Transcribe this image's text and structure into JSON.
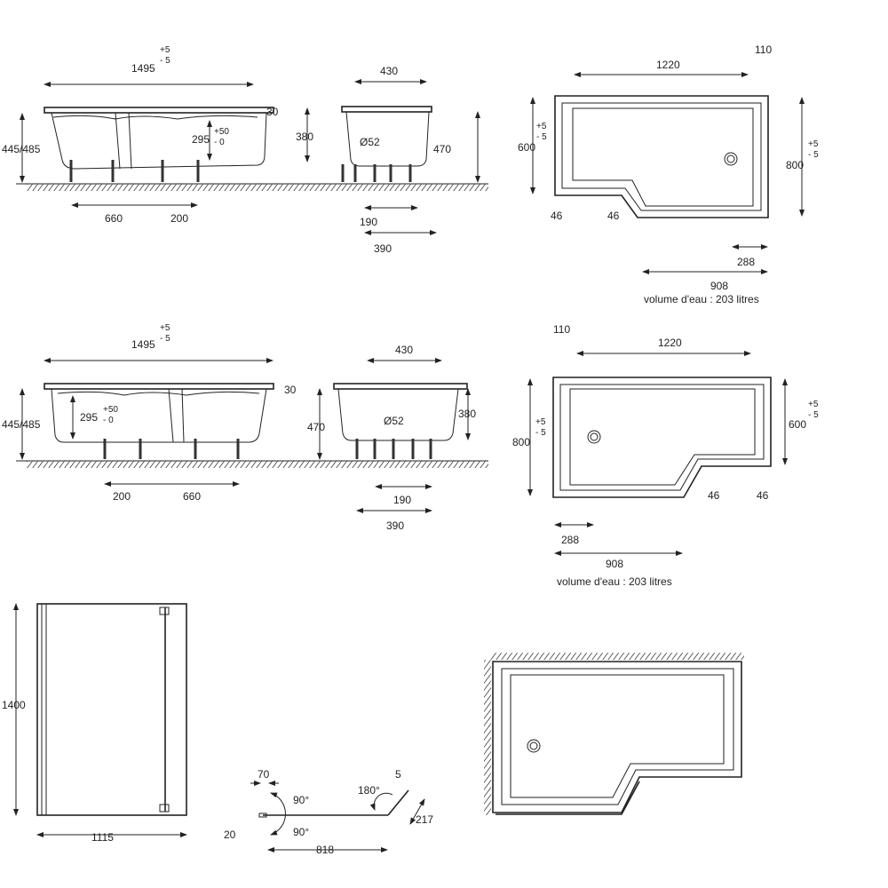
{
  "elevation_1": {
    "length": "1495",
    "tol_plus": "+5",
    "tol_minus": "- 5",
    "rim": "30",
    "height": "445/485",
    "drain_h": "295",
    "drain_tol_plus": "+50",
    "drain_tol_minus": "- 0",
    "leg_a": "660",
    "leg_b": "200"
  },
  "end_1": {
    "width": "430",
    "inner_h": "380",
    "outer_h": "470",
    "drain_d": "Ø52",
    "leg_a": "190",
    "leg_b": "390"
  },
  "plan_1": {
    "length": "1220",
    "width_right": "110",
    "narrow": "600",
    "narrow_tol_plus": "+5",
    "narrow_tol_minus": "- 5",
    "wide": "800",
    "wide_tol_plus": "+5",
    "wide_tol_minus": "- 5",
    "step_a": "46",
    "step_b": "46",
    "drain_x": "288",
    "base": "908",
    "volume": "volume d'eau : 203 litres"
  },
  "elevation_2": {
    "length": "1495",
    "tol_plus": "+5",
    "tol_minus": "- 5",
    "rim": "30",
    "height": "445/485",
    "drain_h": "295",
    "drain_tol_plus": "+50",
    "drain_tol_minus": "- 0",
    "leg_a": "200",
    "leg_b": "660"
  },
  "end_2": {
    "width": "430",
    "inner_h": "380",
    "outer_h": "470",
    "drain_d": "Ø52",
    "leg_a": "190",
    "leg_b": "390"
  },
  "plan_2": {
    "length": "1220",
    "width_left": "110",
    "narrow": "600",
    "narrow_tol_plus": "+5",
    "narrow_tol_minus": "- 5",
    "wide": "800",
    "wide_tol_plus": "+5",
    "wide_tol_minus": "- 5",
    "step_a": "46",
    "step_b": "46",
    "drain_x": "288",
    "base": "908",
    "volume": "volume d'eau : 203 litres"
  },
  "screen": {
    "height": "1400",
    "width": "1115"
  },
  "screen_plan": {
    "hinge": "70",
    "thickness": "20",
    "angle_a": "90°",
    "angle_b": "90°",
    "angle_c": "180°",
    "gap": "5",
    "return": "217",
    "length": "818"
  }
}
